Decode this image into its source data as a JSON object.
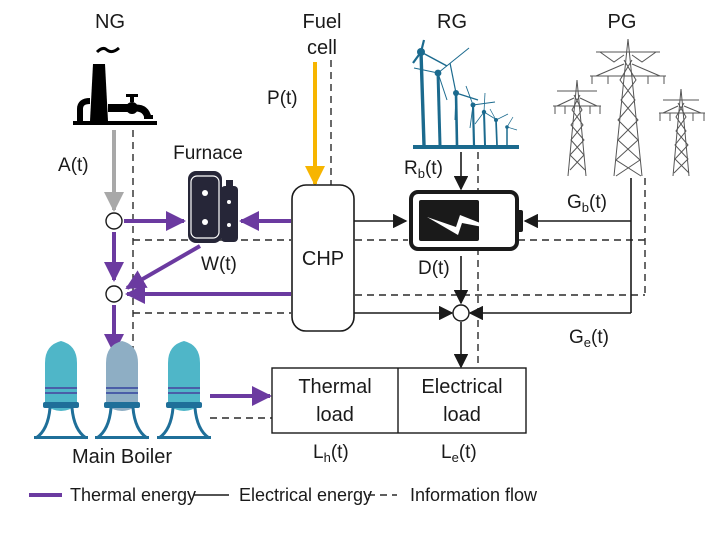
{
  "title": "Energy hub diagram",
  "colors": {
    "thermal": "#6b3aa0",
    "electrical": "#1a1a1a",
    "information": "#2a2a2a",
    "fuel_cell_flow": "#f7b500",
    "natural_gas_flow": "#a8a8a8",
    "wind_turbines": "#1b6a8e",
    "boiler_primary": "#4fb6c8",
    "boiler_secondary": "#8eaec4",
    "boiler_base": "#1f6f99",
    "furnace": "#262638",
    "battery": "#1a1a1a"
  },
  "sources": {
    "ng": "NG",
    "fuel_cell_line1": "Fuel",
    "fuel_cell_line2": "cell",
    "rg": "RG",
    "pg": "PG"
  },
  "components": {
    "furnace": "Furnace",
    "chp": "CHP",
    "main_boiler": "Main Boiler",
    "thermal_load_line1": "Thermal",
    "thermal_load_line2": "load",
    "electrical_load_line1": "Electrical",
    "electrical_load_line2": "load"
  },
  "flows": {
    "a": {
      "main": "A",
      "sub": "",
      "suffix": "(t)"
    },
    "p": {
      "main": "P",
      "sub": "",
      "suffix": "(t)"
    },
    "w": {
      "main": "W",
      "sub": "",
      "suffix": "(t)"
    },
    "rb": {
      "main": "R",
      "sub": "b",
      "suffix": "(t)"
    },
    "gb": {
      "main": "G",
      "sub": "b",
      "suffix": "(t)"
    },
    "d": {
      "main": "D",
      "sub": "",
      "suffix": "(t)"
    },
    "ge": {
      "main": "G",
      "sub": "e",
      "suffix": "(t)"
    },
    "lh": {
      "main": "L",
      "sub": "h",
      "suffix": "(t)"
    },
    "le": {
      "main": "L",
      "sub": "e",
      "suffix": "(t)"
    }
  },
  "legend": [
    {
      "label": "Thermal energy",
      "style": "thermal"
    },
    {
      "label": "Electrical energy",
      "style": "electrical"
    },
    {
      "label": "Information flow",
      "style": "information"
    }
  ]
}
